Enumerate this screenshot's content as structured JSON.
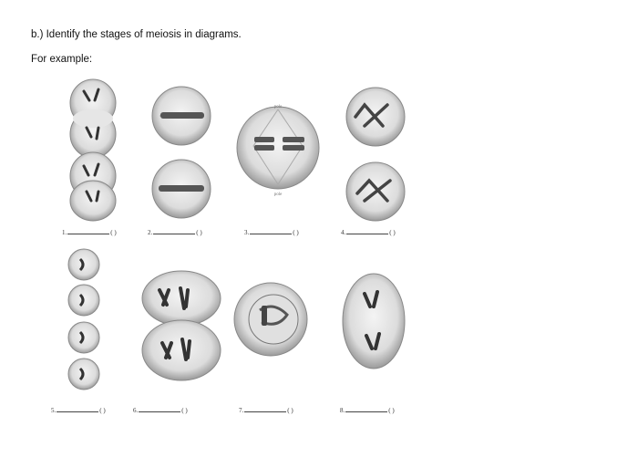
{
  "question": "b.) Identify the stages of meiosis in diagrams.",
  "example_label": "For example:",
  "figure": {
    "pole_top": "pole",
    "pole_bottom": "pole",
    "answers": [
      {
        "number": "1.",
        "paren": "( )"
      },
      {
        "number": "2.",
        "paren": "( )"
      },
      {
        "number": "3.",
        "paren": "( )"
      },
      {
        "number": "4.",
        "paren": "( )"
      },
      {
        "number": "5.",
        "paren": "( )"
      },
      {
        "number": "6.",
        "paren": "( )"
      },
      {
        "number": "7.",
        "paren": "( )"
      },
      {
        "number": "8.",
        "paren": "( )"
      }
    ]
  }
}
